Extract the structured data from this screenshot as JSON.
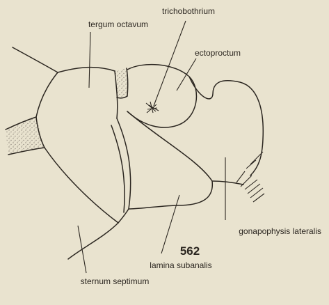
{
  "labels": {
    "trichobothrium": "trichobothrium",
    "tergum_octavum": "tergum octavum",
    "ectoproctum": "ectoproctum",
    "gonapophysis_lateralis": "gonapophysis lateralis",
    "lamina_subanalis": "lamina subanalis",
    "sternum_septimum": "sternum septimum"
  },
  "figure_number": "562",
  "colors": {
    "paper": "#e9e3cf",
    "ink": "#2b2620",
    "stipple": "#8c857a"
  }
}
